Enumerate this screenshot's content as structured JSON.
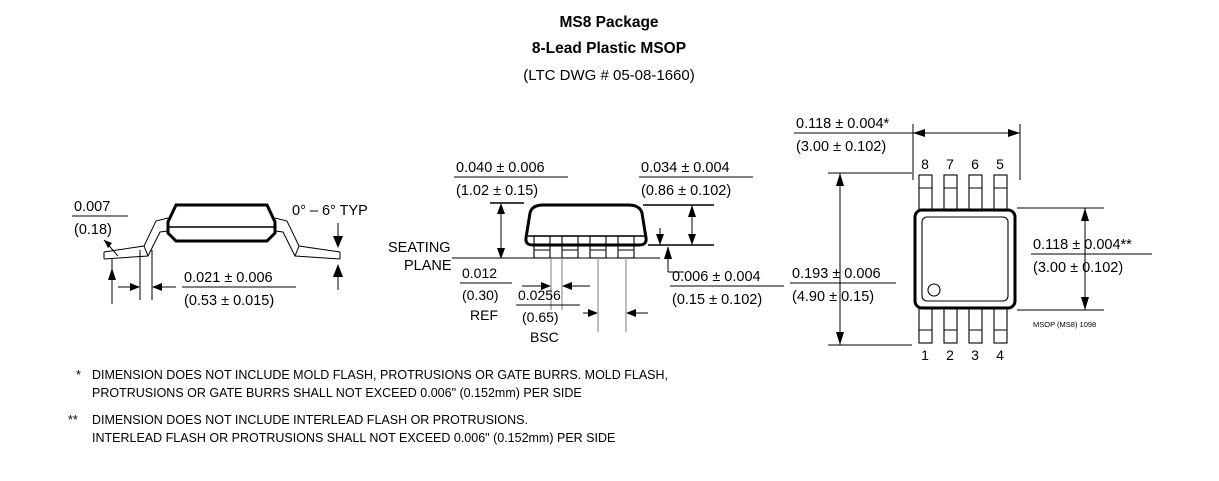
{
  "header": {
    "title_line1": "MS8 Package",
    "title_line2": "8-Lead Plastic MSOP",
    "title_line3": "(LTC DWG # 05-08-1660)"
  },
  "side_view": {
    "lead_thickness": {
      "inch": "0.007",
      "mm": "(0.18)"
    },
    "lead_foot_length": {
      "inch": "0.021 ± 0.006",
      "mm": "(0.53 ± 0.015)"
    },
    "lead_angle": "0° – 6° TYP"
  },
  "front_view": {
    "overall_height": {
      "inch": "0.040 ± 0.006",
      "mm": "(1.02 ± 0.15)"
    },
    "body_height": {
      "inch": "0.034 ± 0.004",
      "mm": "(0.86 ± 0.102)"
    },
    "standoff": {
      "inch": "0.006 ± 0.004",
      "mm": "(0.15 ± 0.102)"
    },
    "lead_width": {
      "inch": "0.012",
      "mm": "(0.30)",
      "suffix": "REF"
    },
    "lead_pitch": {
      "inch": "0.0256",
      "mm": "(0.65)",
      "suffix": "BSC"
    },
    "seating_plane_line1": "SEATING",
    "seating_plane_line2": "PLANE"
  },
  "top_view": {
    "width_overall": {
      "inch": "0.118 ± 0.004*",
      "mm": "(3.00 ± 0.102)"
    },
    "length_overall": {
      "inch": "0.193 ± 0.006",
      "mm": "(4.90 ± 0.15)"
    },
    "body_width": {
      "inch": "0.118 ± 0.004**",
      "mm": "(3.00 ± 0.102)"
    },
    "pins_top": [
      "8",
      "7",
      "6",
      "5"
    ],
    "pins_bottom": [
      "1",
      "2",
      "3",
      "4"
    ],
    "revision": "MSOP (MS8) 1098"
  },
  "notes": [
    {
      "marker": "*",
      "line1": "DIMENSION DOES NOT INCLUDE MOLD FLASH, PROTRUSIONS OR GATE BURRS. MOLD FLASH,",
      "line2": "PROTRUSIONS OR GATE BURRS SHALL NOT EXCEED 0.006\" (0.152mm) PER SIDE"
    },
    {
      "marker": "**",
      "line1": "DIMENSION DOES NOT INCLUDE INTERLEAD FLASH OR PROTRUSIONS.",
      "line2": "INTERLEAD FLASH OR PROTRUSIONS SHALL NOT EXCEED 0.006\" (0.152mm) PER SIDE"
    }
  ],
  "colors": {
    "ink": "#000000",
    "paper": "#ffffff",
    "extension": "#8a8a8a"
  }
}
